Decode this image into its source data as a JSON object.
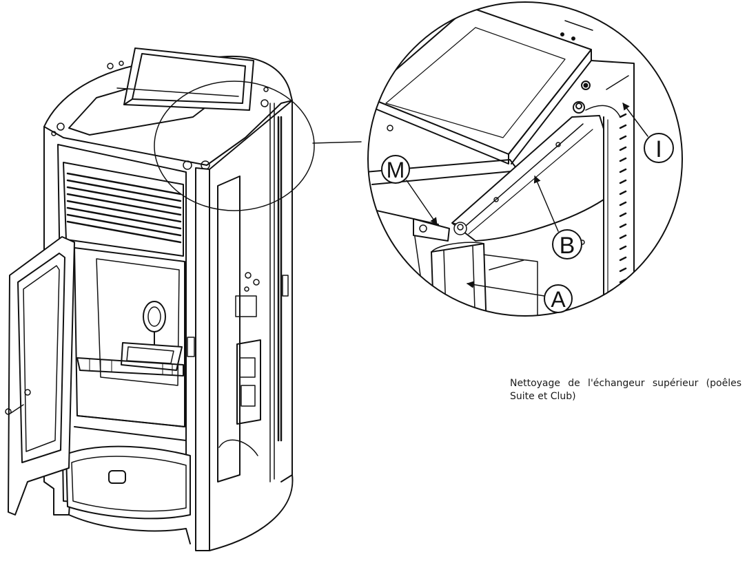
{
  "caption": "Nettoyage de l'échangeur supérieur (poêles Suite et Club)",
  "callouts": {
    "m": "M",
    "i": "I",
    "b": "B",
    "a": "A"
  }
}
